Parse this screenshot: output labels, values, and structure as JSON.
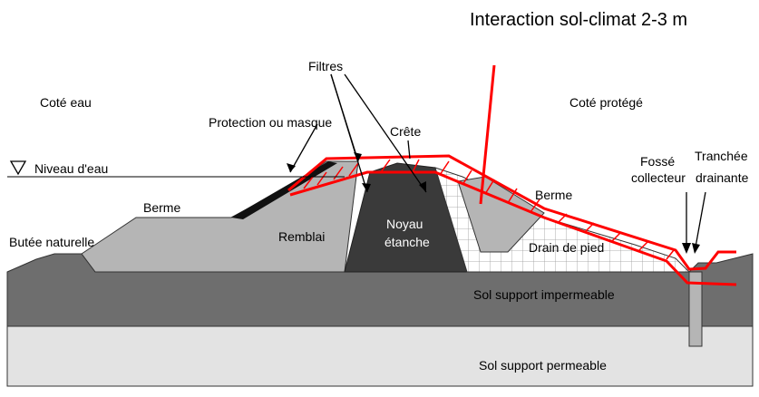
{
  "title": "Interaction sol-climat 2-3 m",
  "labels": {
    "cote_eau": "Coté eau",
    "cote_protege": "Coté protégé",
    "filtres": "Filtres",
    "protection": "Protection ou masque",
    "crete": "Crête",
    "niveau_eau": "Niveau d'eau",
    "berme_left": "Berme",
    "berme_right": "Berme",
    "butee": "Butée naturelle",
    "remblai": "Remblai",
    "noyau_1": "Noyau",
    "noyau_2": "étanche",
    "drain": "Drain de pied",
    "fosse_1": "Fossé",
    "fosse_2": "collecteur",
    "tranchee_1": "Tranchée",
    "tranchee_2": "drainante",
    "sol_imper": "Sol support impermeable",
    "sol_perm": "Sol support permeable"
  },
  "colors": {
    "accent": "#ff0000",
    "core": "#3a3a3a",
    "fill": "#b5b5b5",
    "ground_dark": "#6e6e6e",
    "ground_light": "#e3e3e3"
  }
}
